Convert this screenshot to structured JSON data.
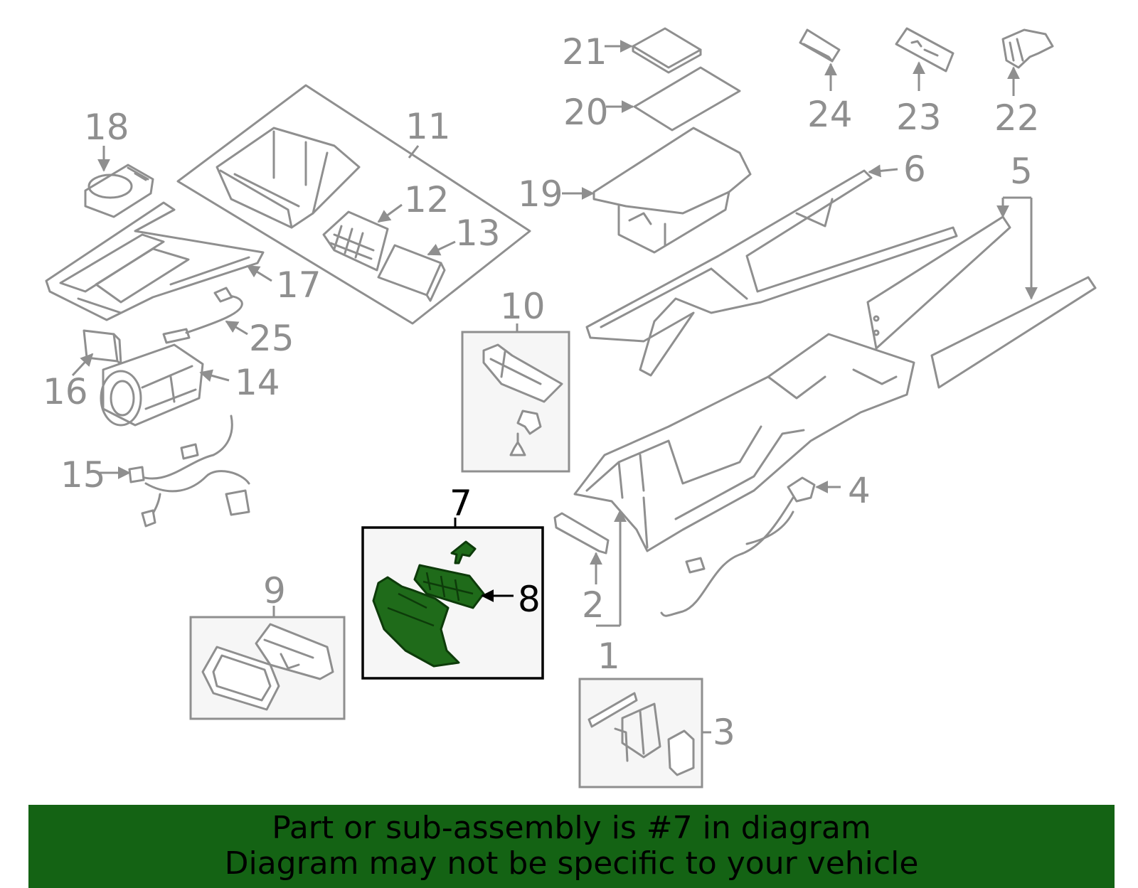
{
  "diagram": {
    "highlight_color": "#1f6b1a",
    "line_color": "#8f8f8f",
    "callouts": {
      "c1": "1",
      "c2": "2",
      "c3": "3",
      "c4": "4",
      "c5": "5",
      "c6": "6",
      "c7": "7",
      "c8": "8",
      "c9": "9",
      "c10": "10",
      "c11": "11",
      "c12": "12",
      "c13": "13",
      "c14": "14",
      "c15": "15",
      "c16": "16",
      "c17": "17",
      "c18": "18",
      "c19": "19",
      "c20": "20",
      "c21": "21",
      "c22": "22",
      "c23": "23",
      "c24": "24",
      "c25": "25"
    }
  },
  "banner": {
    "background": "#146314",
    "line1": "Part or sub-assembly is #7 in diagram",
    "line2": "Diagram may not be specific to your vehicle"
  }
}
